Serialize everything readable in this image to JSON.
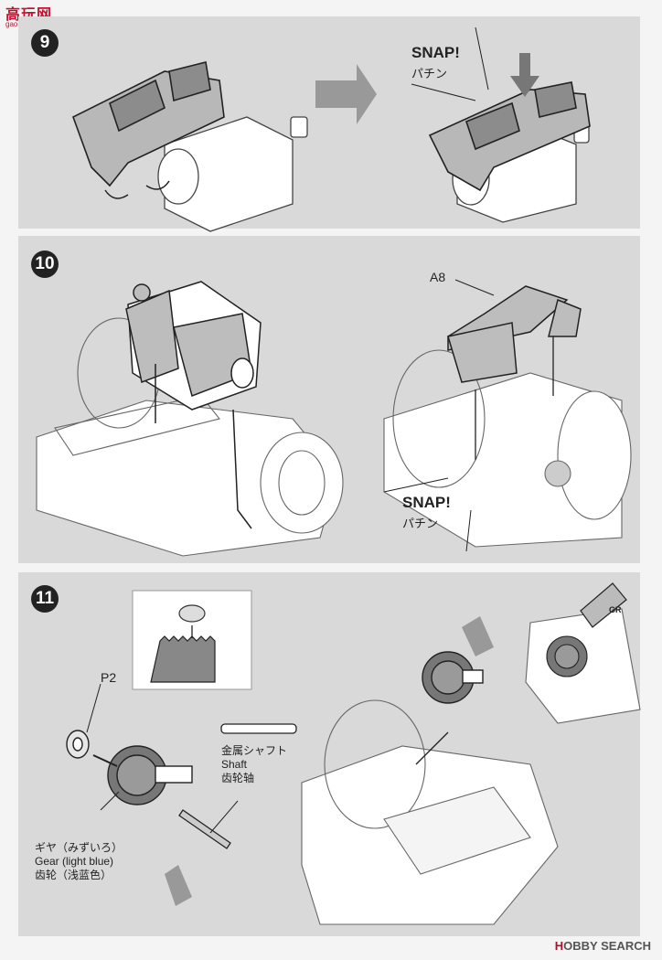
{
  "watermark": {
    "title": "高玩网",
    "url": "gao-shou.com"
  },
  "steps": [
    {
      "number": "9",
      "snap": "SNAP!",
      "snap_jp": "パチン"
    },
    {
      "number": "10",
      "part": "A8",
      "snap": "SNAP!",
      "snap_jp": "パチン"
    },
    {
      "number": "11",
      "p2": "P2",
      "shaft_jp": "金属シャフト",
      "shaft_en": "Shaft",
      "shaft_cn": "齿轮轴",
      "gear_jp": "ギヤ（みずいろ）",
      "gear_en": "Gear (light blue)",
      "gear_cn": "齿轮（浅蓝色）",
      "glue_label": "GR"
    }
  ],
  "footer": {
    "brand_mark": "H",
    "brand": "OBBY SEARCH"
  }
}
